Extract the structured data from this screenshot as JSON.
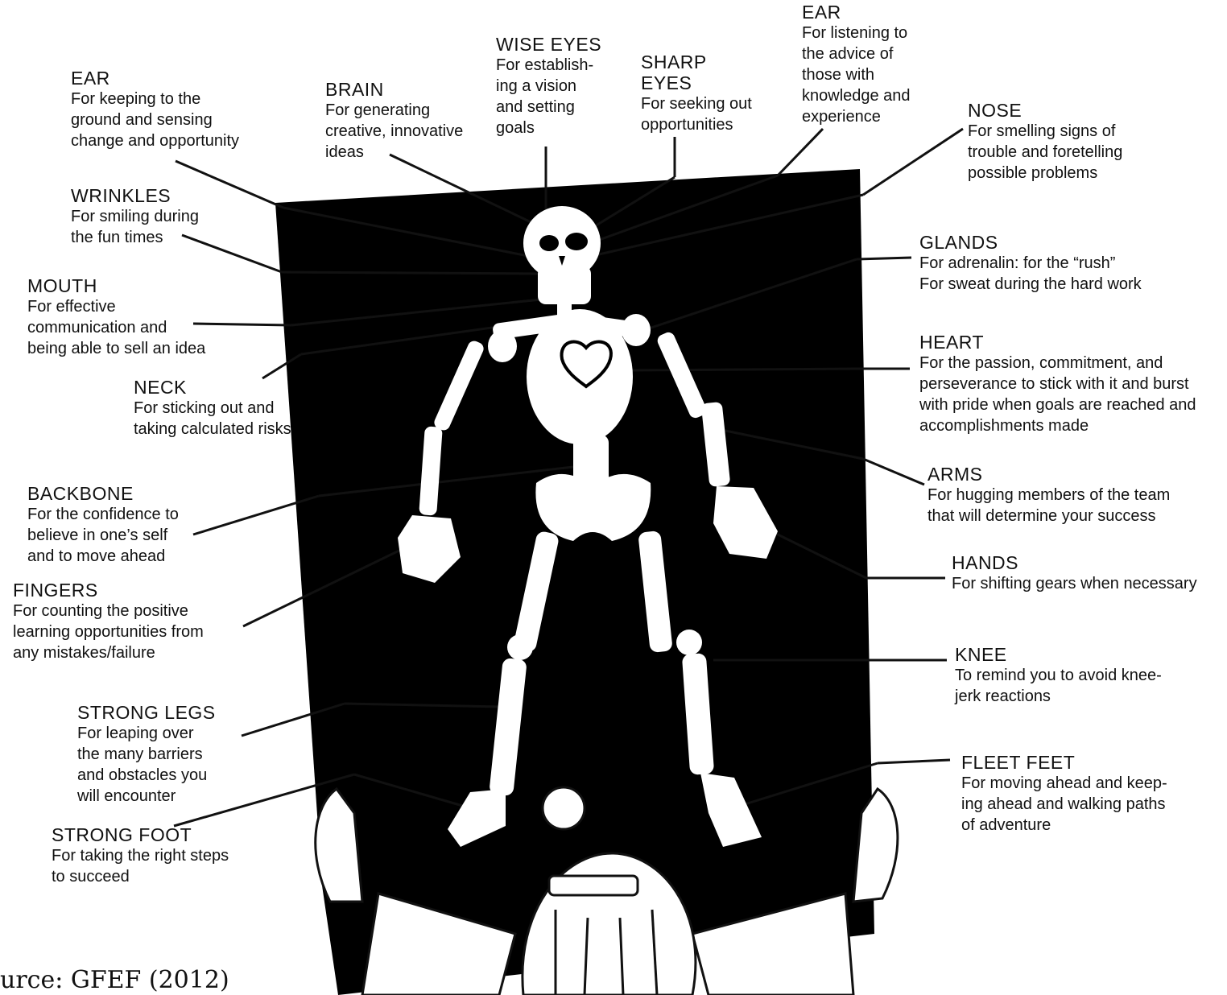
{
  "labels": {
    "ear_left": {
      "title": "EAR",
      "desc": "For keeping to the\nground and sensing\nchange and opportunity"
    },
    "brain": {
      "title": "BRAIN",
      "desc": "For generating\ncreative, innovative\nideas"
    },
    "wise_eyes": {
      "title": "WISE EYES",
      "desc": "For establish-\ning a vision\nand setting\ngoals"
    },
    "sharp_eyes": {
      "title": "SHARP\nEYES",
      "desc": "For seeking out\nopportunities"
    },
    "ear_right": {
      "title": "EAR",
      "desc": "For listening to\nthe advice of\nthose with\nknowledge and\nexperience"
    },
    "nose": {
      "title": "NOSE",
      "desc": "For smelling signs of\ntrouble and foretelling\npossible problems"
    },
    "wrinkles": {
      "title": "WRINKLES",
      "desc": "For smiling during\nthe fun times"
    },
    "glands": {
      "title": "GLANDS",
      "desc": "For adrenalin: for the “rush”\nFor sweat during the hard work"
    },
    "mouth": {
      "title": "MOUTH",
      "desc": "For effective\ncommunication and\nbeing able to sell an idea"
    },
    "heart": {
      "title": "HEART",
      "desc": "For the passion, commitment, and\nperseverance to stick with it and burst\nwith pride when goals are reached and\naccomplishments made"
    },
    "neck": {
      "title": "NECK",
      "desc": "For sticking out and\ntaking calculated risks"
    },
    "arms": {
      "title": "ARMS",
      "desc": "For hugging members of the team\nthat will determine your success"
    },
    "backbone": {
      "title": "BACKBONE",
      "desc": "For the confidence to\nbelieve in one’s self\nand to move ahead"
    },
    "hands": {
      "title": "HANDS",
      "desc": "For shifting gears when necessary"
    },
    "fingers": {
      "title": "FINGERS",
      "desc": "For counting the positive\nlearning opportunities from\nany mistakes/failure"
    },
    "knee": {
      "title": "KNEE",
      "desc": "To remind you to avoid knee-\njerk reactions"
    },
    "strong_legs": {
      "title": "STRONG LEGS",
      "desc": "For leaping over\nthe many barriers\nand obstacles you\nwill encounter"
    },
    "fleet_feet": {
      "title": "FLEET FEET",
      "desc": "For moving ahead and keep-\ning ahead and walking paths\nof adventure"
    },
    "strong_foot": {
      "title": "STRONG FOOT",
      "desc": "For taking the right steps\nto succeed"
    }
  },
  "source": "urce: GFEF (2012)",
  "colors": {
    "ink": "#111111",
    "panel": "#000000",
    "bone": "#ffffff"
  }
}
